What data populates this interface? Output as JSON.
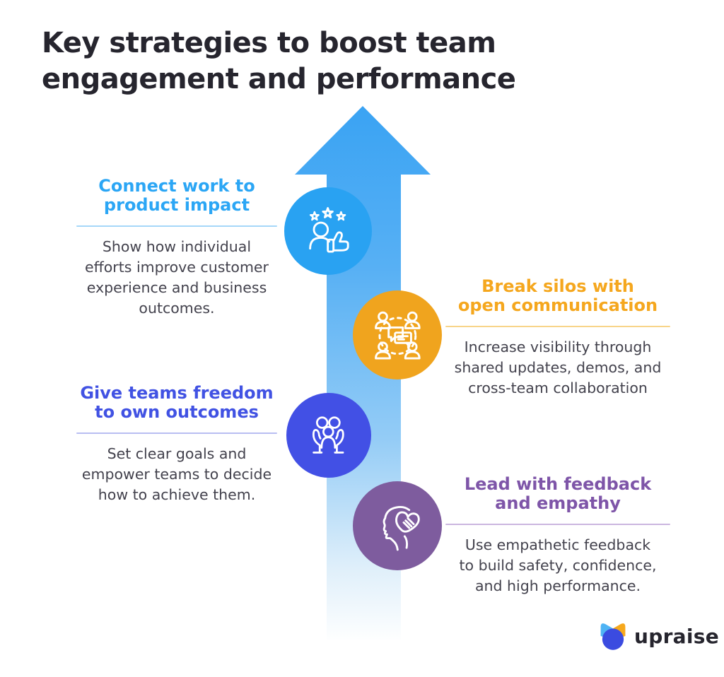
{
  "title": "Key strategies to boost team\nengagement and performance",
  "arrow": {
    "direction": "up",
    "color_top": "#3AA3F3",
    "color_bottom": "#FFFFFF"
  },
  "sections": [
    {
      "id": "connect-work-to-product-impact",
      "heading": "Connect work to\nproduct impact",
      "body": "Show how individual\nefforts improve customer\nexperience and business\noutcomes.",
      "accent_color": "#2BA6F5",
      "divider_color": "#A6D8F9",
      "circle_color": "#29A2F2",
      "icon": "recognition-thumbs-up-icon"
    },
    {
      "id": "break-silos-with-open-communication",
      "heading": "Break silos with\nopen communication",
      "body": "Increase visibility through\nshared updates, demos, and\ncross-team collaboration",
      "accent_color": "#F5A71E",
      "divider_color": "#F8D489",
      "circle_color": "#F0A41E",
      "icon": "team-communication-icon"
    },
    {
      "id": "give-teams-freedom-to-own-outcomes",
      "heading": "Give teams freedom\nto own outcomes",
      "body": "Set clear goals and\nempower teams to decide\nhow to achieve them.",
      "accent_color": "#4152E3",
      "divider_color": "#B9BEF2",
      "circle_color": "#4250E5",
      "icon": "hands-holding-team-icon"
    },
    {
      "id": "lead-with-feedback-and-empathy",
      "heading": "Lead with feedback\nand empathy",
      "body": "Use empathetic feedback\nto build safety, confidence,\nand high performance.",
      "accent_color": "#7E55A8",
      "divider_color": "#CBB6DF",
      "circle_color": "#7E5C9E",
      "icon": "empathy-head-heart-icon"
    }
  ],
  "logo": {
    "text": "upraise",
    "text_color": "#26252E",
    "mark_colors": {
      "body": "#3B4BE0",
      "left_ear": "#4FB3F4",
      "right_ear": "#F6A81C"
    }
  }
}
